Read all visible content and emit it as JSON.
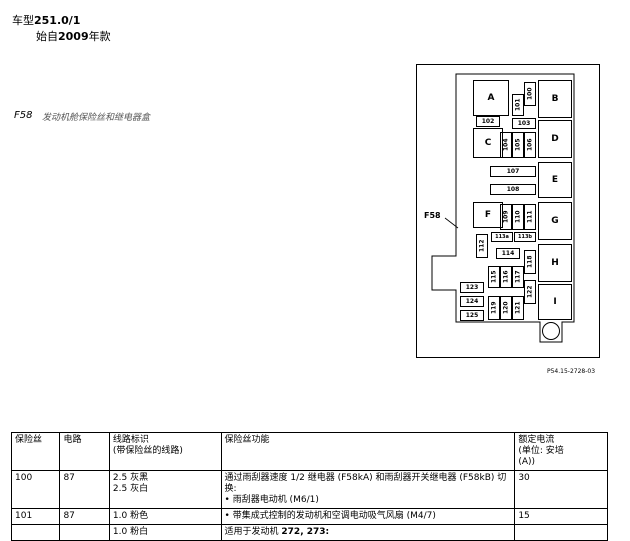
{
  "header": {
    "model_prefix": "车型",
    "model_number": "251.0/1",
    "since_prefix": "始自",
    "since_year": "2009",
    "since_suffix": "年款"
  },
  "section": {
    "code": "F58",
    "title": "发动机舱保险丝和继电器盒"
  },
  "diagram": {
    "callout_label": "F58",
    "code": "P54.15-2728-03",
    "relays": [
      "A",
      "B",
      "C",
      "D",
      "E",
      "F",
      "G",
      "H",
      "I"
    ],
    "fuses": [
      "100",
      "101",
      "102",
      "103",
      "104",
      "105",
      "106",
      "107",
      "108",
      "109",
      "110",
      "111",
      "112",
      "113a",
      "113b",
      "114",
      "115",
      "116",
      "117",
      "118",
      "119",
      "120",
      "121",
      "122",
      "123",
      "124",
      "125"
    ]
  },
  "table": {
    "headers": {
      "fuse": "保险丝",
      "circuit": "电路",
      "wire_id_line1": "线路标识",
      "wire_id_line2": "(带保险丝的线路)",
      "function": "保险丝功能",
      "rated_line1": "额定电流",
      "rated_line2": "(单位: 安培",
      "rated_line3": "(A))"
    },
    "rows": [
      {
        "fuse": "100",
        "circuit": "87",
        "wire1": "2.5 灰黑",
        "wire2": "2.5 灰白",
        "func1": "通过雨刮器速度 1/2 继电器 (F58kA) 和雨刮器开关继电器 (F58kB) 切换:",
        "func2": "• 雨刮器电动机 (M6/1)",
        "rated": "30"
      },
      {
        "fuse": "101",
        "circuit": "87",
        "wire1": "1.0 粉色",
        "func1": "• 带集成式控制的发动机和空调电动吸气风扇 (M4/7)",
        "rated": "15"
      },
      {
        "wire1": "1.0 粉白",
        "func1_prefix": "适用于发动机 ",
        "func1_bold": "272, 273:"
      }
    ]
  }
}
